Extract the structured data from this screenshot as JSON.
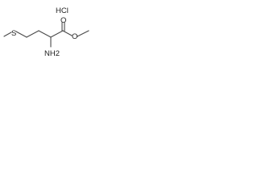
{
  "molecule": {
    "salt_label": "HCl",
    "atoms": {
      "sulfur": "S",
      "carbonyl_oxygen": "O",
      "ester_oxygen": "O",
      "amino": "NH2"
    }
  },
  "colors": {
    "bond": "#4a4a4a",
    "text": "#222222",
    "background": "#ffffff"
  }
}
